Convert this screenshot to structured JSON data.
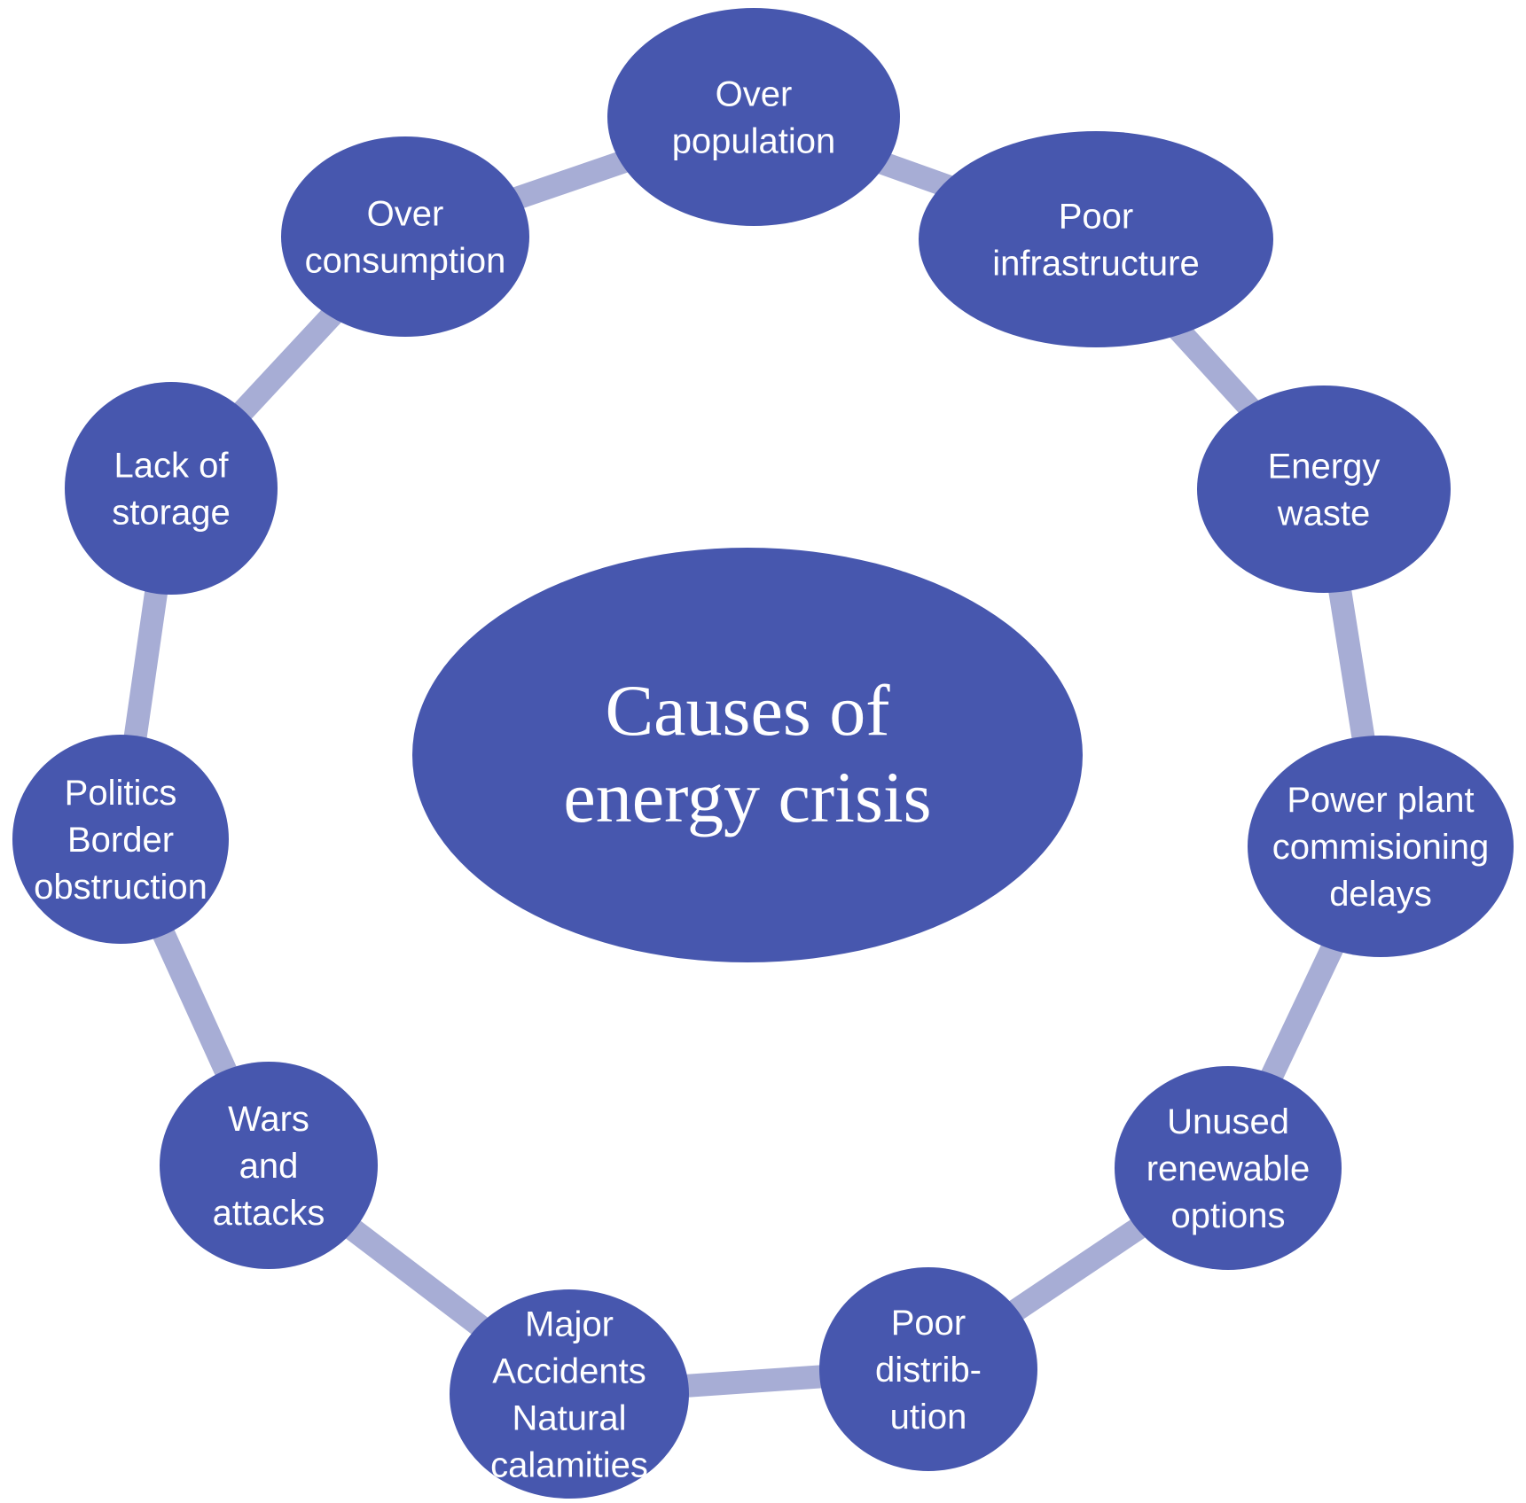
{
  "colors": {
    "node_fill": "#4757AE",
    "connector": "#A7ADD5",
    "text": "#FFFFFF",
    "background": "#FFFFFF"
  },
  "center": {
    "lines": [
      "Causes of",
      "energy crisis"
    ]
  },
  "nodes": [
    {
      "id": "over-population",
      "lines": [
        "Over",
        "population"
      ]
    },
    {
      "id": "poor-infrastructure",
      "lines": [
        "Poor",
        "infrastructure"
      ]
    },
    {
      "id": "energy-waste",
      "lines": [
        "Energy",
        "waste"
      ]
    },
    {
      "id": "power-plant-commissioning-delays",
      "lines": [
        "Power plant",
        "commisioning",
        "delays"
      ]
    },
    {
      "id": "unused-renewable-options",
      "lines": [
        "Unused",
        "renewable",
        "options"
      ]
    },
    {
      "id": "poor-distribution",
      "lines": [
        "Poor",
        "distrib-",
        "ution"
      ]
    },
    {
      "id": "major-accidents-natural-calamities",
      "lines": [
        "Major",
        "Accidents",
        "Natural",
        "calamities"
      ]
    },
    {
      "id": "wars-and-attacks",
      "lines": [
        "Wars",
        "and",
        "attacks"
      ]
    },
    {
      "id": "politics-border-obstruction",
      "lines": [
        "Politics",
        "Border",
        "obstruction"
      ]
    },
    {
      "id": "lack-of-storage",
      "lines": [
        "Lack of",
        "storage"
      ]
    },
    {
      "id": "over-consumption",
      "lines": [
        "Over",
        "consumption"
      ]
    }
  ]
}
